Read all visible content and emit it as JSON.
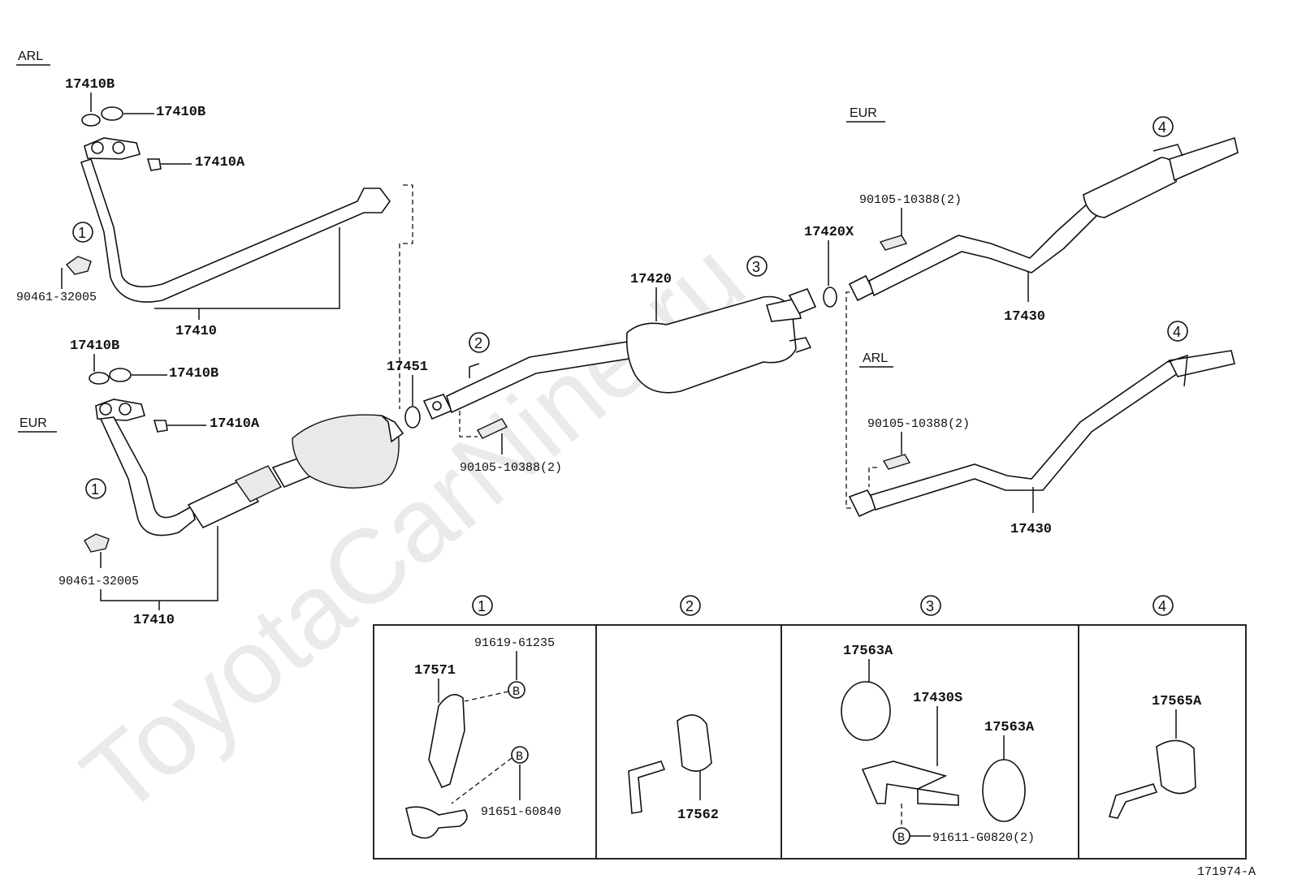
{
  "watermark": "ToyotaCarNine.ru",
  "drawing_number": "171974-A",
  "regions": {
    "arl": "ARL",
    "eur": "EUR"
  },
  "callouts": {
    "c1": "1",
    "c2": "2",
    "c3": "3",
    "c4": "4"
  },
  "main_labels": {
    "p17410b_1": "17410B",
    "p17410b_2": "17410B",
    "p17410a_1": "17410A",
    "p90461_1": "90461-32005",
    "p17410_1": "17410",
    "p17410b_3": "17410B",
    "p17410b_4": "17410B",
    "p17410a_2": "17410A",
    "p90461_2": "90461-32005",
    "p17410_2": "17410",
    "p17451": "17451",
    "p90105_1": "90105-10388(2)",
    "p17420": "17420",
    "p17420x": "17420X",
    "p90105_2": "90105-10388(2)",
    "p17430_1": "17430",
    "p90105_3": "90105-10388(2)",
    "p17430_2": "17430"
  },
  "detail_panels": [
    {
      "callout": "1",
      "labels": [
        "17571",
        "91619-61235",
        "91651-60840"
      ],
      "bolt_marks": [
        "B",
        "B"
      ]
    },
    {
      "callout": "2",
      "labels": [
        "17562"
      ]
    },
    {
      "callout": "3",
      "labels": [
        "17563A",
        "17430S",
        "17563A",
        "91611-G0820(2)"
      ],
      "bolt_marks": [
        "B"
      ]
    },
    {
      "callout": "4",
      "labels": [
        "17565A"
      ]
    }
  ]
}
